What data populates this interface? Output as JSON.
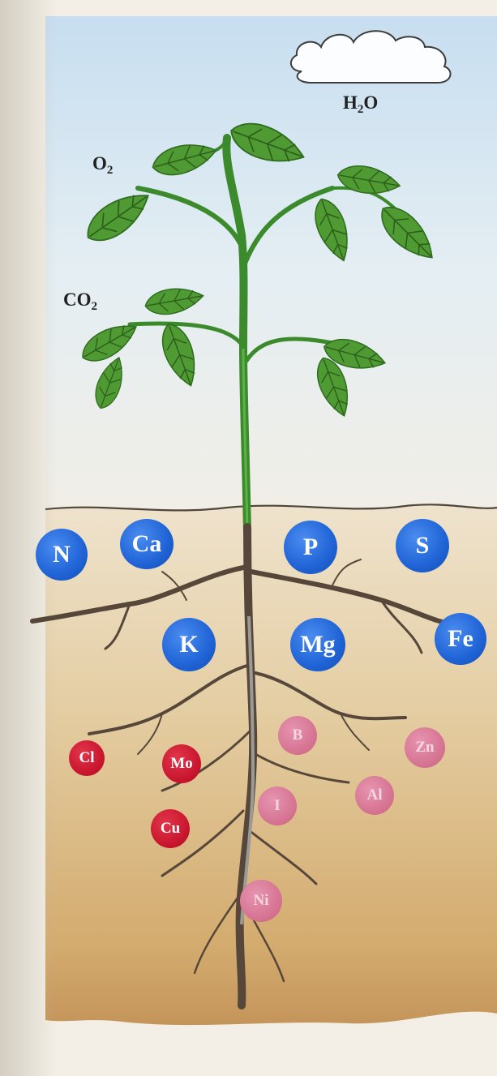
{
  "gases": {
    "water": {
      "main": "H",
      "sub": "2",
      "tail": "O"
    },
    "oxygen": {
      "main": "O",
      "sub": "2"
    },
    "carbon_dioxide": {
      "main": "CO",
      "sub": "2"
    }
  },
  "nutrients": {
    "macro": [
      "N",
      "Ca",
      "P",
      "S",
      "K",
      "Mg",
      "Fe"
    ],
    "micro": [
      "Cl",
      "Mo",
      "Cu"
    ],
    "faint": [
      "B",
      "Zn",
      "I",
      "Al",
      "Ni"
    ]
  },
  "colors": {
    "macro": "#1f63d6",
    "micro": "#c8152e",
    "faint": "#d4718f",
    "leaf": "#4f9a33",
    "stem": "#3f8a2e",
    "root": "#5a4a3a",
    "soil": "#d9b884",
    "sky": "#cfe3f2"
  }
}
